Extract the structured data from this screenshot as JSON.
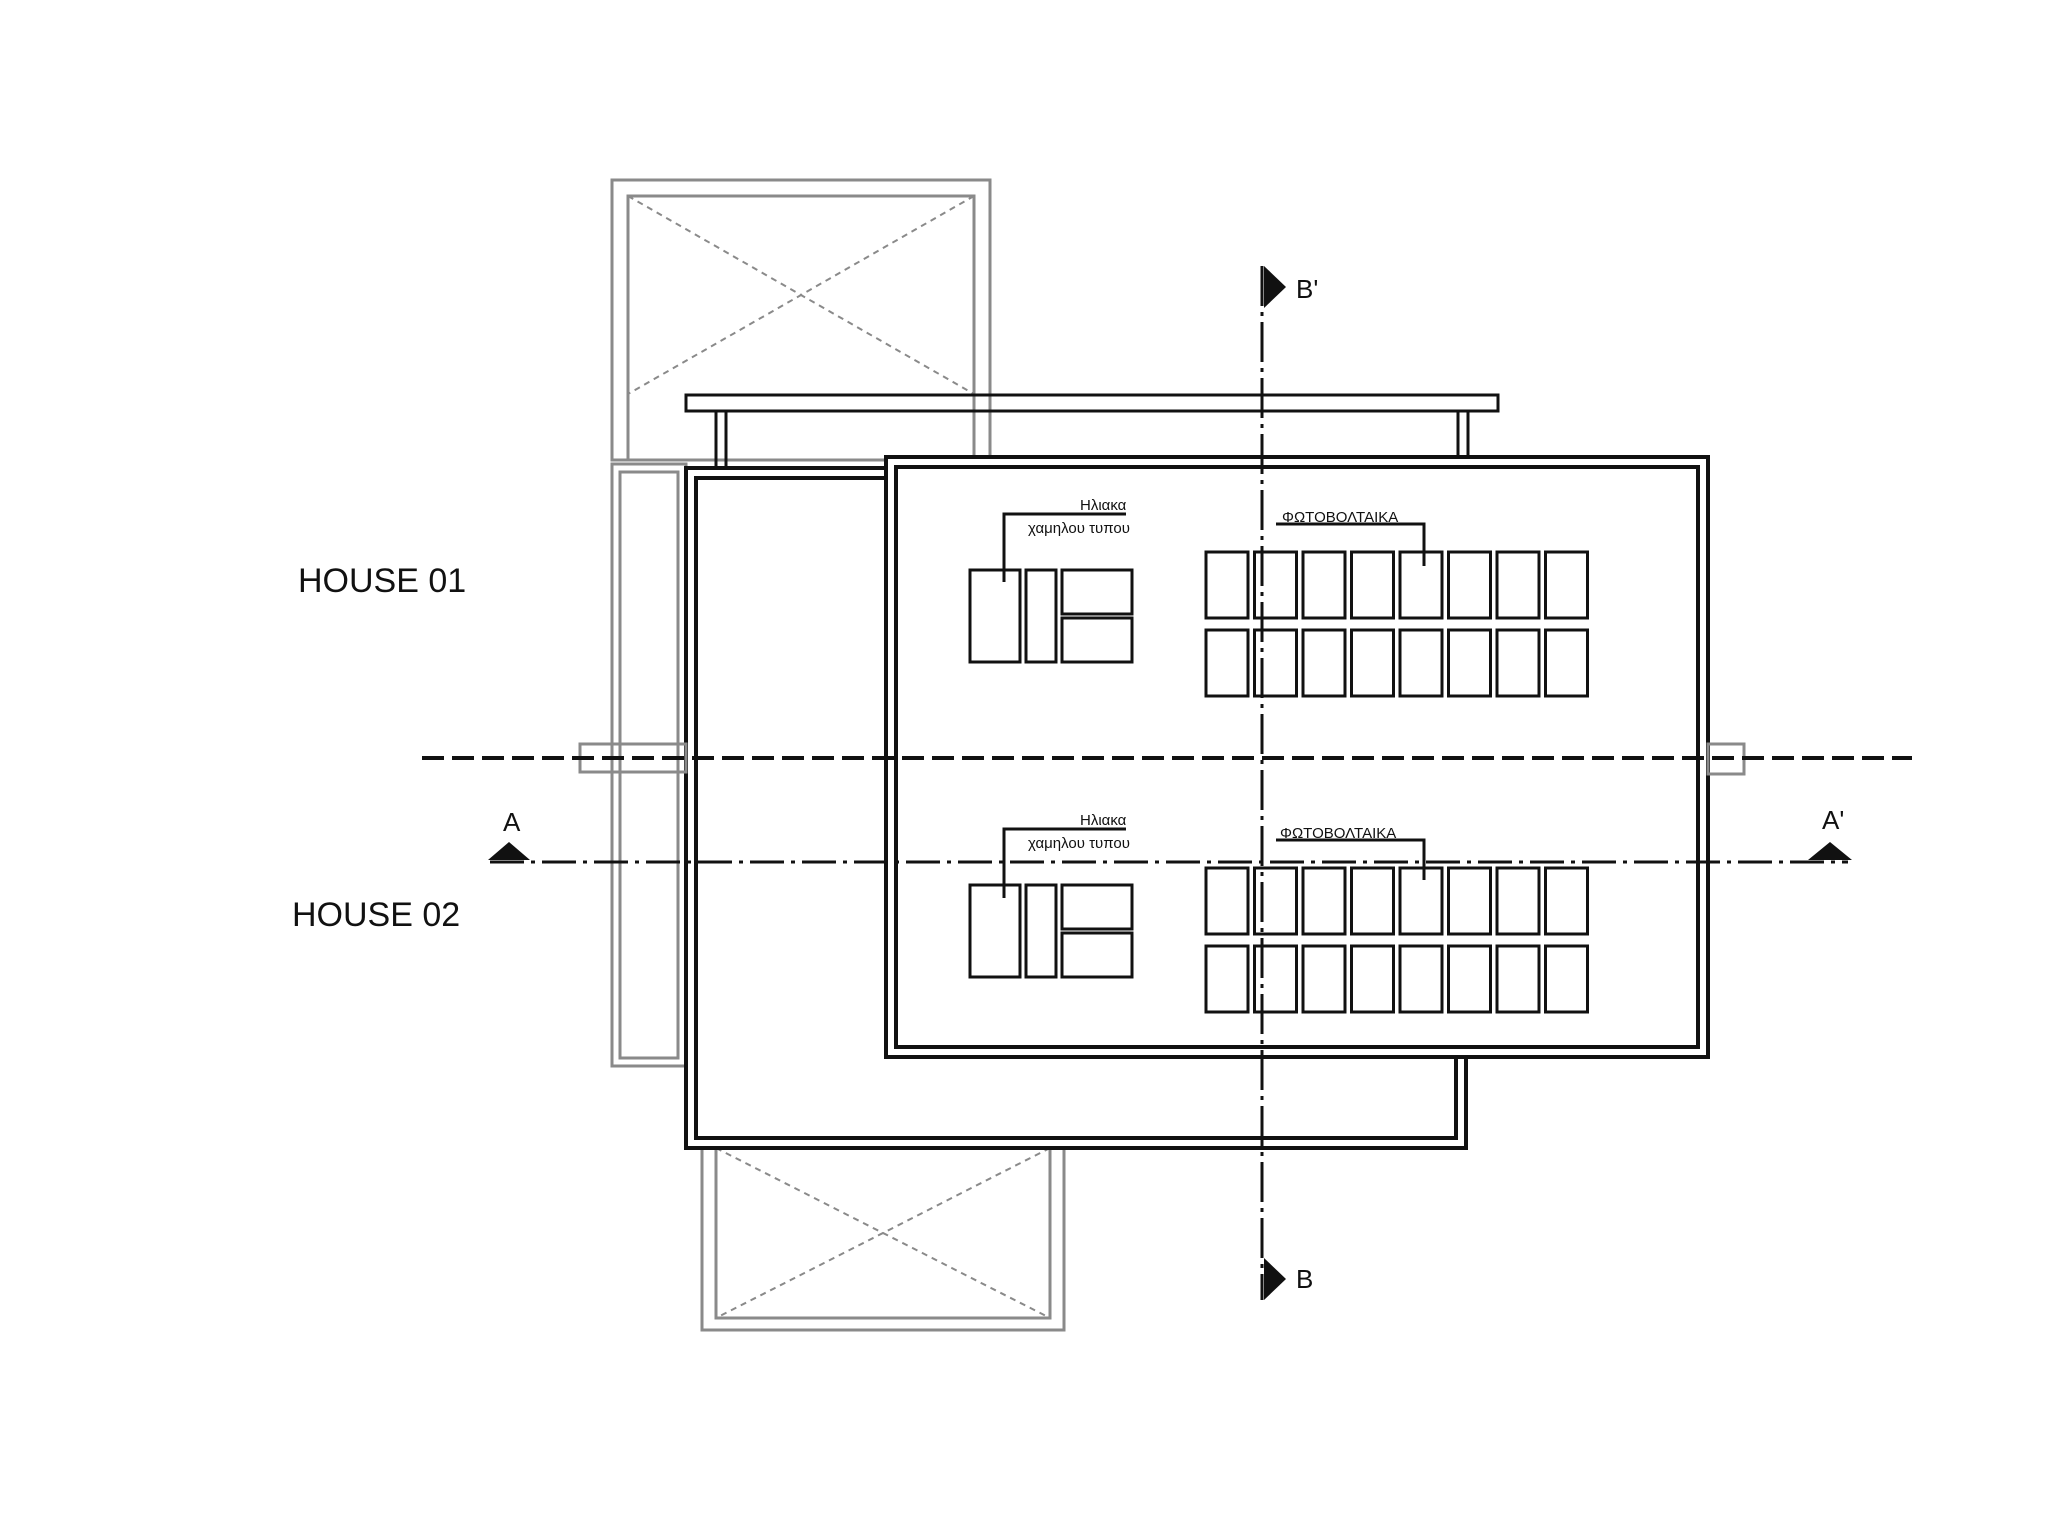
{
  "labels": {
    "house_01": "HOUSE 01",
    "house_02": "HOUSE 02",
    "section_a": "A",
    "section_a_prime": "A'",
    "section_b": "B",
    "section_b_prime": "B'"
  },
  "annotations": {
    "collector_h1_line1": "Ηλιακα",
    "collector_h1_line2": "χαμηλου τυπου",
    "pv_h1": "ΦΩΤΟΒΟΛΤΑΙΚΑ",
    "collector_h2_line1": "Ηλιακα",
    "collector_h2_line2": "χαμηλου τυπου",
    "pv_h2": "ΦΩΤΟΒΟΛΤΑΙΚΑ"
  },
  "pv_array": {
    "rows": 2,
    "columns": 8
  },
  "colors": {
    "ink": "#111111",
    "grey": "#8a8a8a"
  }
}
